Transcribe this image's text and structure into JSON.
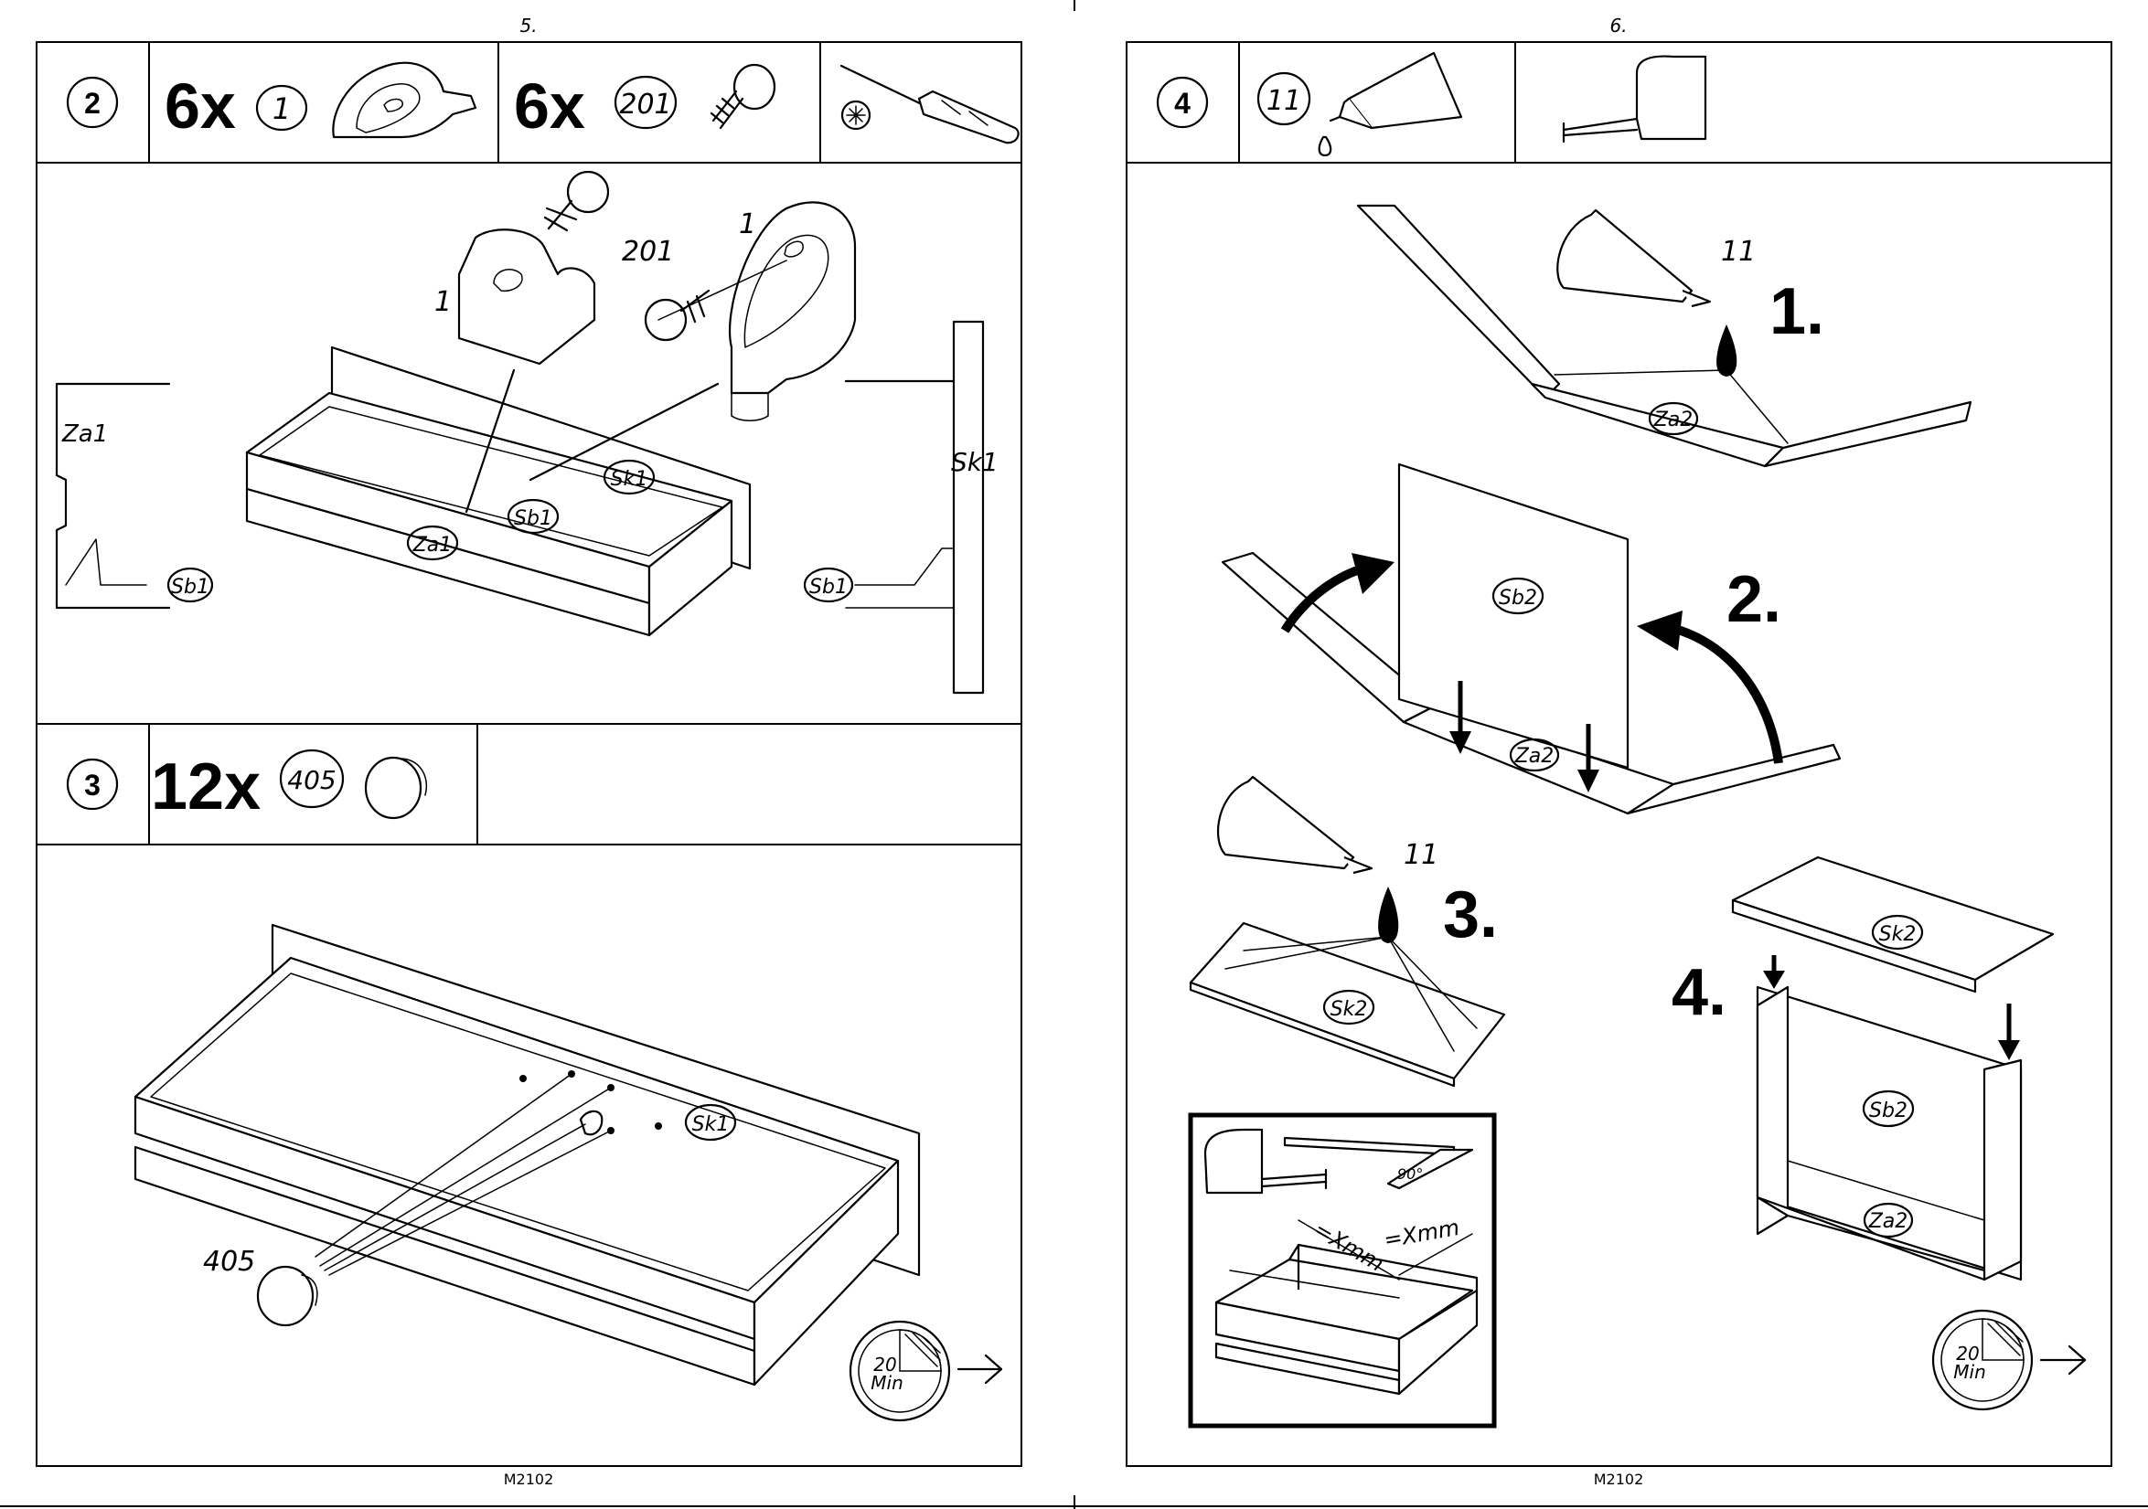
{
  "left_page": {
    "page_number": "5.",
    "footer_code": "M2102",
    "step2": {
      "step_number": "2",
      "part1_qty": "6x",
      "part1_id": "1",
      "part2_qty": "6x",
      "part2_id": "201",
      "tool_icon": "screwdriver-icon",
      "labels": {
        "fitting_left": "1",
        "screw": "201",
        "fitting_right": "1",
        "za1_side": "Za1",
        "sk1_side": "Sk1",
        "sk1_center": "Sk1",
        "sb1_center": "Sb1",
        "za1_center": "Za1",
        "sb1_left": "Sb1",
        "sb1_right": "Sb1"
      }
    },
    "step3": {
      "step_number": "3",
      "part_qty": "12x",
      "part_id": "405",
      "labels": {
        "knob": "405",
        "sk1": "Sk1"
      },
      "timer_value": "20",
      "timer_unit": "Min"
    }
  },
  "right_page": {
    "page_number": "6.",
    "footer_code": "M2102",
    "step4": {
      "step_number": "4",
      "part_id": "11",
      "tool_icon": "tape-measure-icon",
      "substeps": {
        "s1": "1.",
        "s2": "2.",
        "s3": "3.",
        "s4": "4."
      },
      "labels": {
        "glue_1": "11",
        "za2_1": "Za2",
        "sb2_2": "Sb2",
        "za2_2": "Za2",
        "glue_3": "11",
        "sk2_3": "Sk2",
        "sk2_4": "Sk2",
        "sb2_4": "Sb2",
        "za2_4": "Za2",
        "measure_1": "=Xmm",
        "measure_2": "=Xmm",
        "angle": "90°"
      },
      "timer_value": "20",
      "timer_unit": "Min"
    }
  }
}
